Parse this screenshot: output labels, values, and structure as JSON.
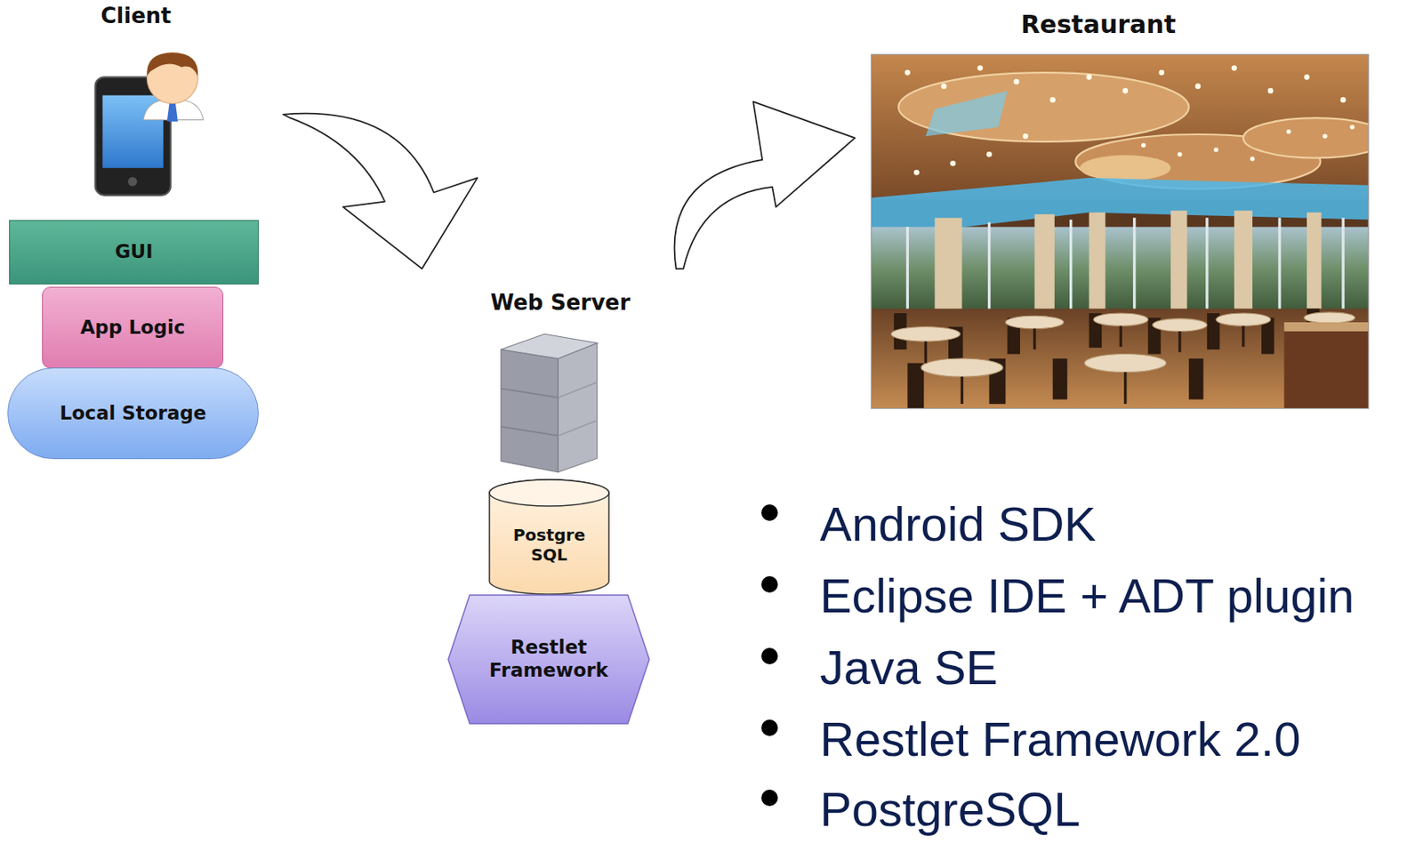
{
  "diagram": {
    "nodes": [
      {
        "text": [
          "GUI"
        ]
      },
      {
        "text": [
          "App Logic"
        ]
      },
      {
        "text": [
          "Local Storage"
        ]
      },
      {
        "text": [
          "Postgre SQL"
        ]
      },
      {
        "text": [
          "Restlet Framework"
        ]
      }
    ],
    "labels": [
      "Client",
      "Web Server",
      "Restaurant",
      "Android SDK",
      "Eclipse IDE + ADT plugin",
      "Java SE",
      "Restlet Framework 2.0",
      "PostgreSQL"
    ]
  }
}
